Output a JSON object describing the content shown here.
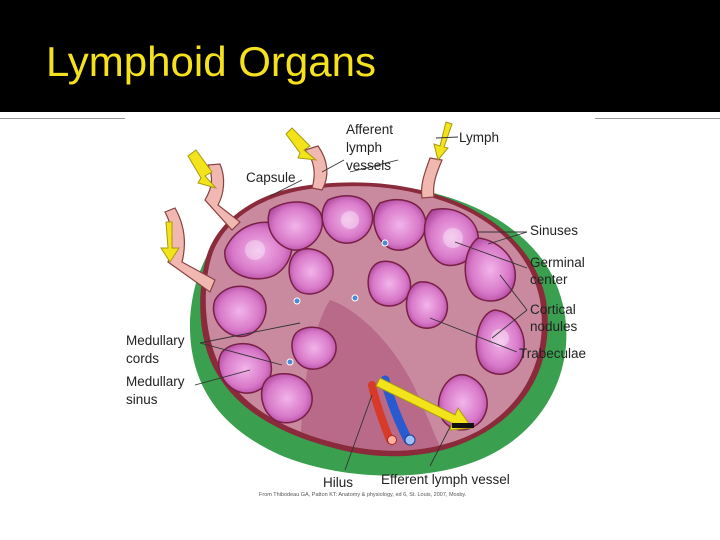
{
  "slide": {
    "title": "Lymphoid Organs"
  },
  "diagram": {
    "labels": {
      "afferent": [
        "Afferent",
        "lymph",
        "vessels"
      ],
      "lymph": "Lymph",
      "capsule": "Capsule",
      "sinuses": "Sinuses",
      "germinal": [
        "Germinal",
        "center"
      ],
      "cortical": [
        "Cortical",
        "nodules"
      ],
      "trabeculae": "Trabeculae",
      "medullary_cords": [
        "Medullary",
        "cords"
      ],
      "medullary_sinus": [
        "Medullary",
        "sinus"
      ],
      "hilus": "Hilus",
      "efferent": "Efferent lymph vessel"
    },
    "credit": "From Thibodeau GA, Patton KT: Anatomy & physiology, ed 6, St. Louis, 2007, Mosby.",
    "colors": {
      "title": "#f5e21c",
      "capsule": "#8a2a3a",
      "cortex": "#c98aa0",
      "nodule": "#d878c8",
      "medulla_green": "#3aa050",
      "artery": "#d83a2a",
      "vein": "#2a5ad0",
      "arrow": "#f2e31a"
    }
  }
}
